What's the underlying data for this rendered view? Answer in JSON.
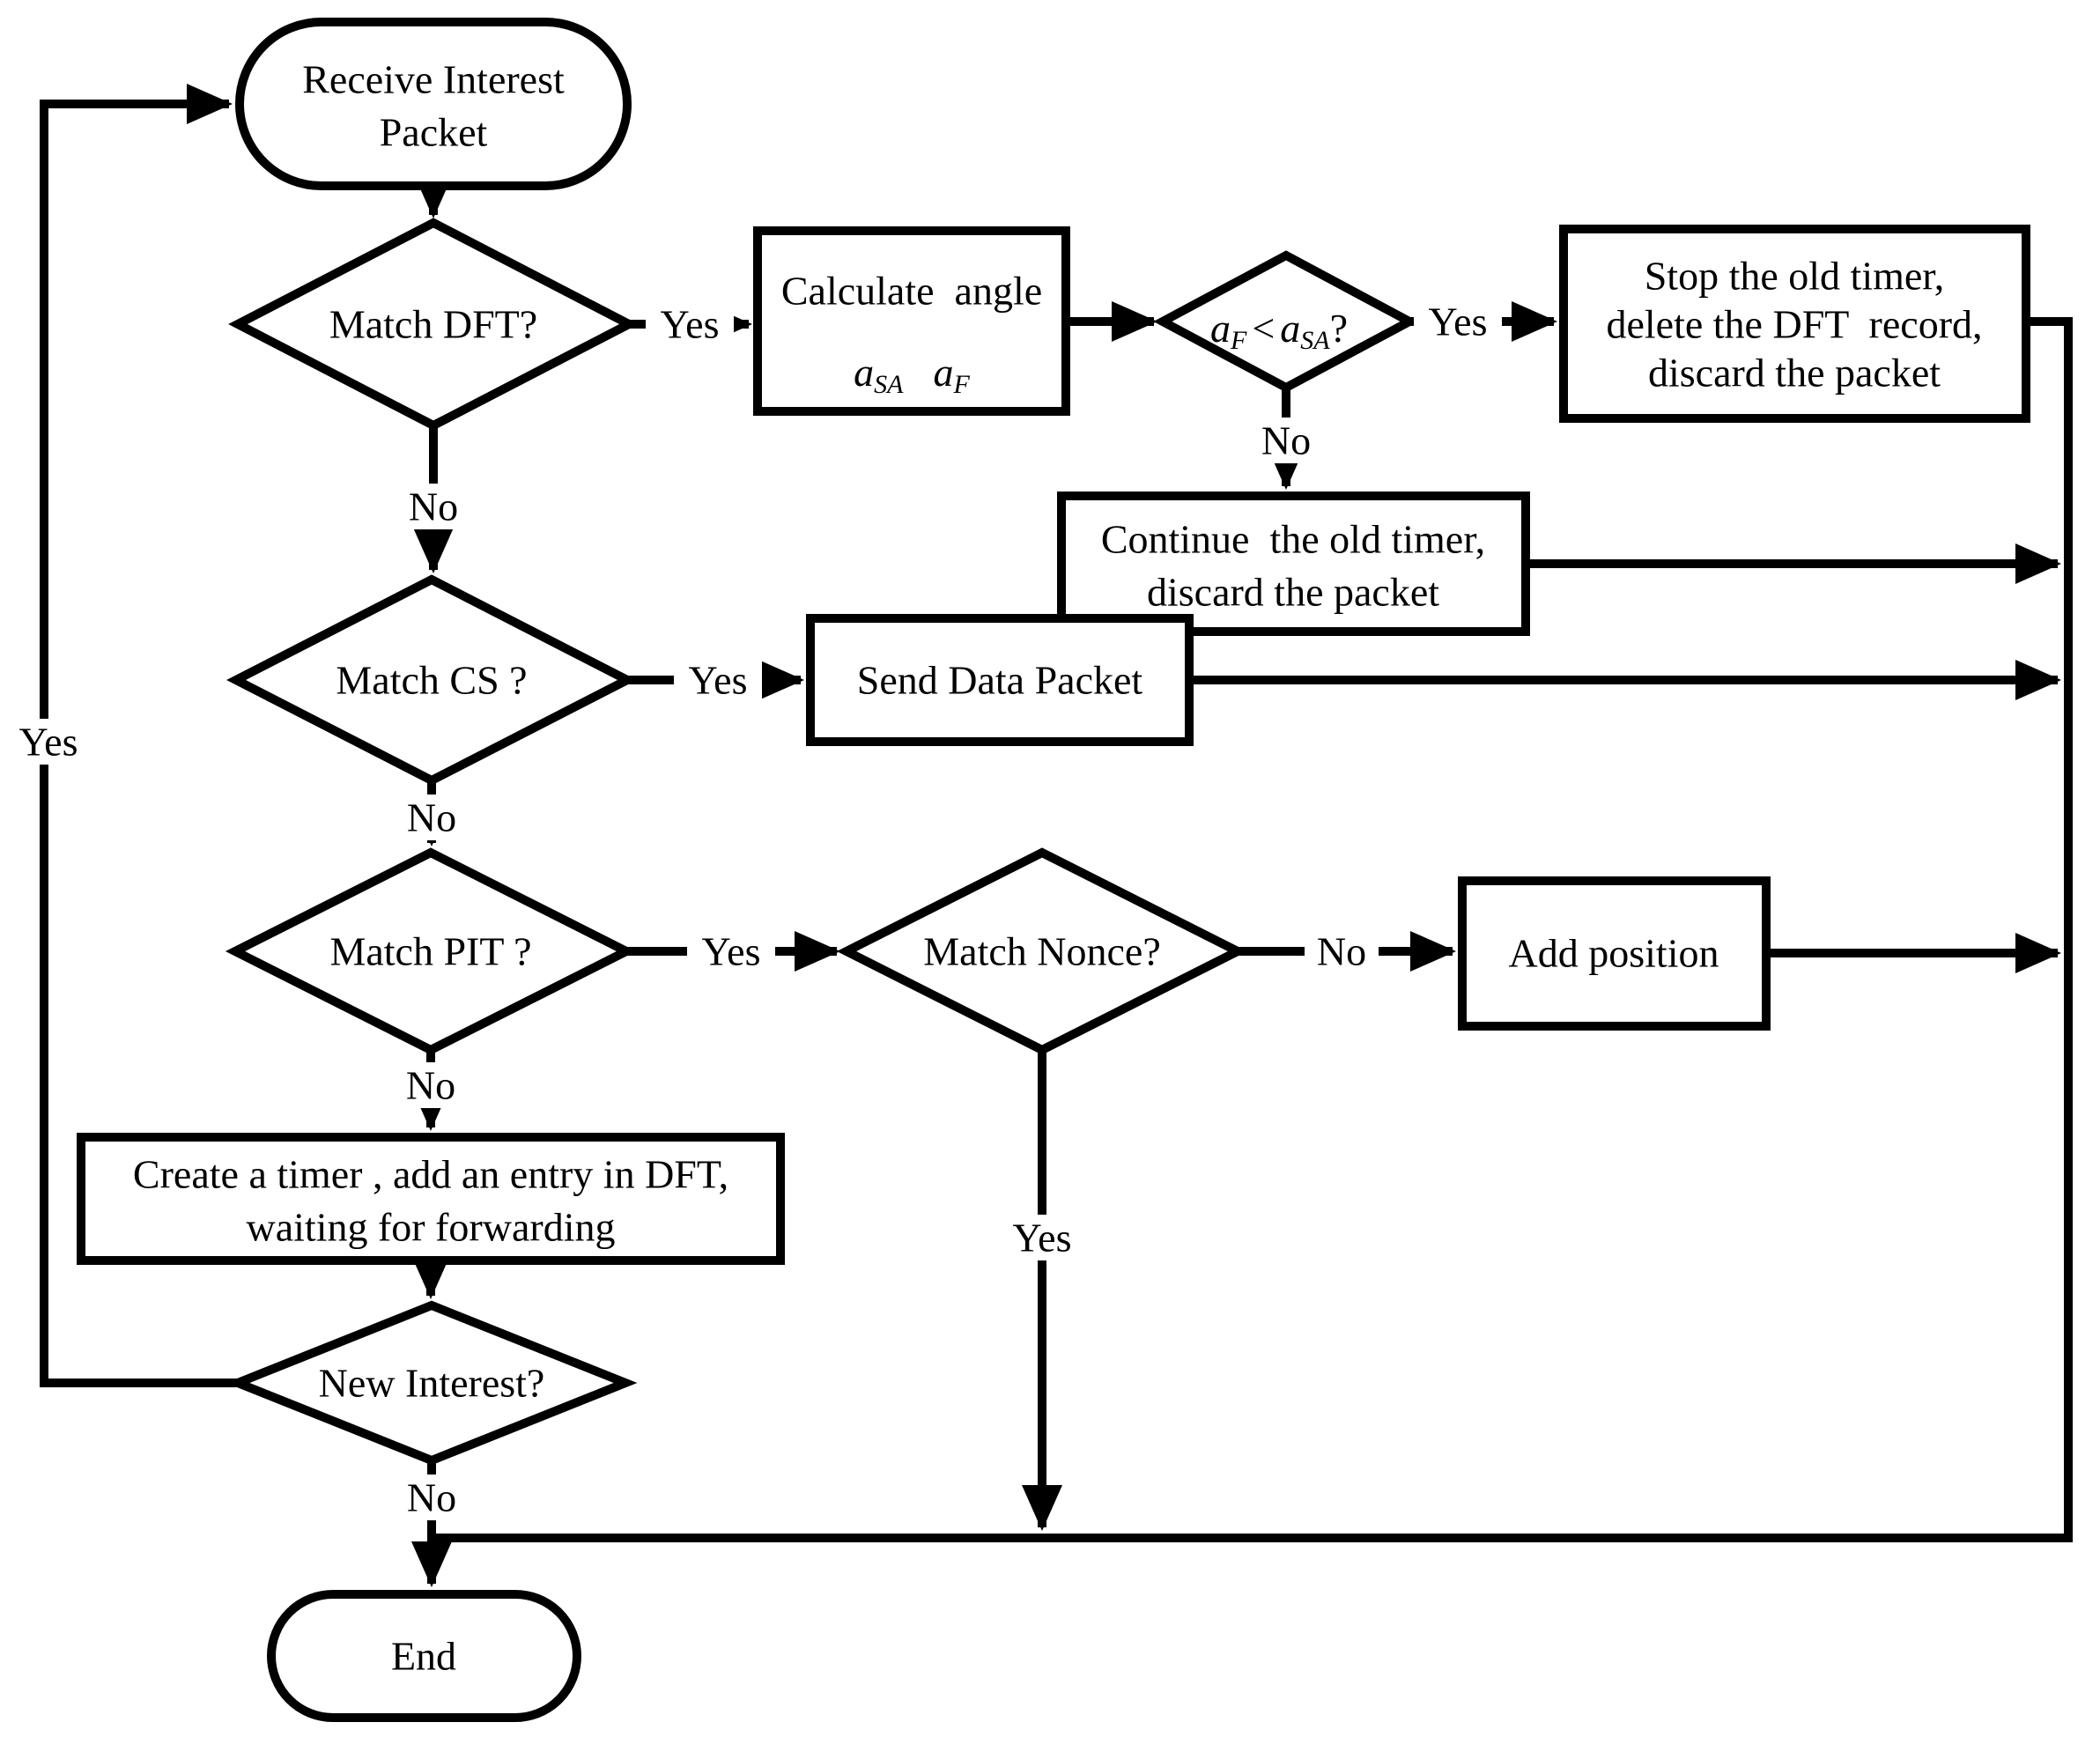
{
  "flowchart": {
    "background": "#ffffff",
    "line_color": "#000000",
    "text_color": "#000000",
    "nodes": {
      "receive": {
        "type": "terminal",
        "line1": "Receive Interest",
        "line2": "Packet"
      },
      "match_dft": {
        "type": "decision",
        "label": "Match DFT?"
      },
      "calc_angle": {
        "type": "process",
        "line1": "Calculate  angle",
        "var1": "a",
        "var1_sub": "SA",
        "var2": "a",
        "var2_sub": "F"
      },
      "angle_check": {
        "type": "decision",
        "var1": "a",
        "var1_sub": "F",
        "operator": "<",
        "var2": "a",
        "var2_sub": "SA",
        "question": "?"
      },
      "stop_timer": {
        "type": "process",
        "line1": "Stop the old timer,",
        "line2": "delete the DFT  record,",
        "line3": "discard the packet"
      },
      "continue_timer": {
        "type": "process",
        "line1": "Continue  the old timer,",
        "line2": "discard the packet"
      },
      "match_cs": {
        "type": "decision",
        "label": "Match CS ?"
      },
      "send_data": {
        "type": "process",
        "label": "Send Data Packet"
      },
      "match_pit": {
        "type": "decision",
        "label": "Match PIT ?"
      },
      "match_nonce": {
        "type": "decision",
        "label": "Match Nonce?"
      },
      "add_position": {
        "type": "process",
        "label": "Add position"
      },
      "create_timer": {
        "type": "process",
        "line1": "Create a timer , add an entry in DFT,",
        "line2": "waiting for forwarding"
      },
      "new_interest": {
        "type": "decision",
        "label": "New Interest?"
      },
      "end": {
        "type": "terminal",
        "label": "End"
      }
    },
    "edge_labels": {
      "dft_yes": "Yes",
      "dft_no": "No",
      "angle_yes": "Yes",
      "angle_no": "No",
      "cs_yes": "Yes",
      "cs_no": "No",
      "pit_yes": "Yes",
      "pit_no": "No",
      "nonce_no": "No",
      "nonce_yes": "Yes",
      "newinterest_no": "No",
      "loop_yes": "Yes"
    }
  }
}
